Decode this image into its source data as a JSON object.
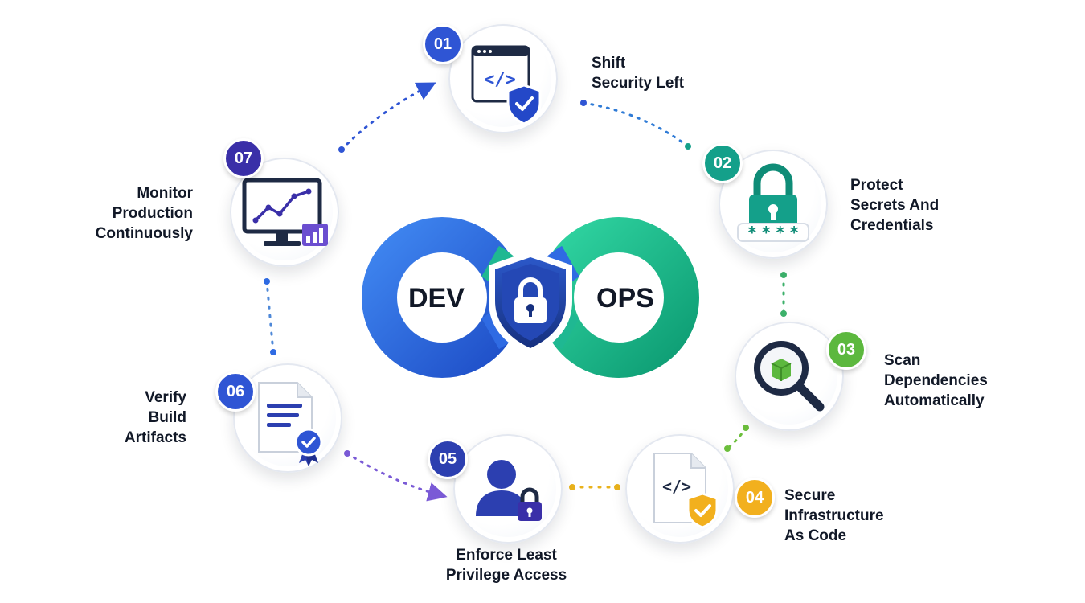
{
  "center": {
    "left_word": "DEV",
    "right_word": "OPS"
  },
  "steps": [
    {
      "number": "01",
      "lines": [
        "Shift",
        "Security Left"
      ],
      "icon": "code-window-shield-icon",
      "color": "#2f55d4"
    },
    {
      "number": "02",
      "lines": [
        "Protect",
        "Secrets And",
        "Credentials"
      ],
      "icon": "padlock-password-icon",
      "color": "#14a08a"
    },
    {
      "number": "03",
      "lines": [
        "Scan",
        "Dependencies",
        "Automatically"
      ],
      "icon": "magnifier-package-icon",
      "color": "#5cb83e"
    },
    {
      "number": "04",
      "lines": [
        "Secure",
        "Infrastructure",
        "As Code"
      ],
      "icon": "code-file-shield-icon",
      "color": "#f2b01e"
    },
    {
      "number": "05",
      "lines": [
        "Enforce Least",
        "Privilege Access"
      ],
      "icon": "user-lock-icon",
      "color": "#2c3fb0"
    },
    {
      "number": "06",
      "lines": [
        "Verify",
        "Build",
        "Artifacts"
      ],
      "icon": "document-badge-icon",
      "color": "#2f55d4"
    },
    {
      "number": "07",
      "lines": [
        "Monitor",
        "Production",
        "Continuously"
      ],
      "icon": "monitor-chart-icon",
      "color": "#3a2fa8"
    }
  ],
  "colors": {
    "dev_blue": "#2f6be3",
    "ops_green": "#1fc28f",
    "shield_navy": "#1f3f9e",
    "text": "#111827"
  }
}
